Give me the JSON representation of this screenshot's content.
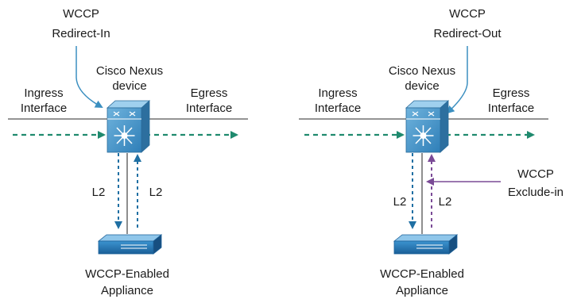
{
  "left": {
    "wccp_label_line1": "WCCP",
    "wccp_label_line2": "Redirect-In",
    "device_line1": "Cisco Nexus",
    "device_line2": "device",
    "ingress_line1": "Ingress",
    "ingress_line2": "Interface",
    "egress_line1": "Egress",
    "egress_line2": "Interface",
    "link_down_label": "L2",
    "link_up_label": "L2",
    "appliance_line1": "WCCP-Enabled",
    "appliance_line2": "Appliance"
  },
  "right": {
    "wccp_label_line1": "WCCP",
    "wccp_label_line2": "Redirect-Out",
    "device_line1": "Cisco Nexus",
    "device_line2": "device",
    "ingress_line1": "Ingress",
    "ingress_line2": "Interface",
    "egress_line1": "Egress",
    "egress_line2": "Interface",
    "link_down_label": "L2",
    "link_up_label": "L2",
    "exclude_line1": "WCCP",
    "exclude_line2": "Exclude-in",
    "appliance_line1": "WCCP-Enabled",
    "appliance_line2": "Appliance"
  },
  "colors": {
    "flow_green": "#1f8a6e",
    "l2_blue": "#1f6fa3",
    "pointer_blue": "#3b8fc0",
    "exclude_purple": "#7a4a96",
    "device_blue": "#3f8fc5",
    "appliance_blue": "#1f74b5"
  }
}
